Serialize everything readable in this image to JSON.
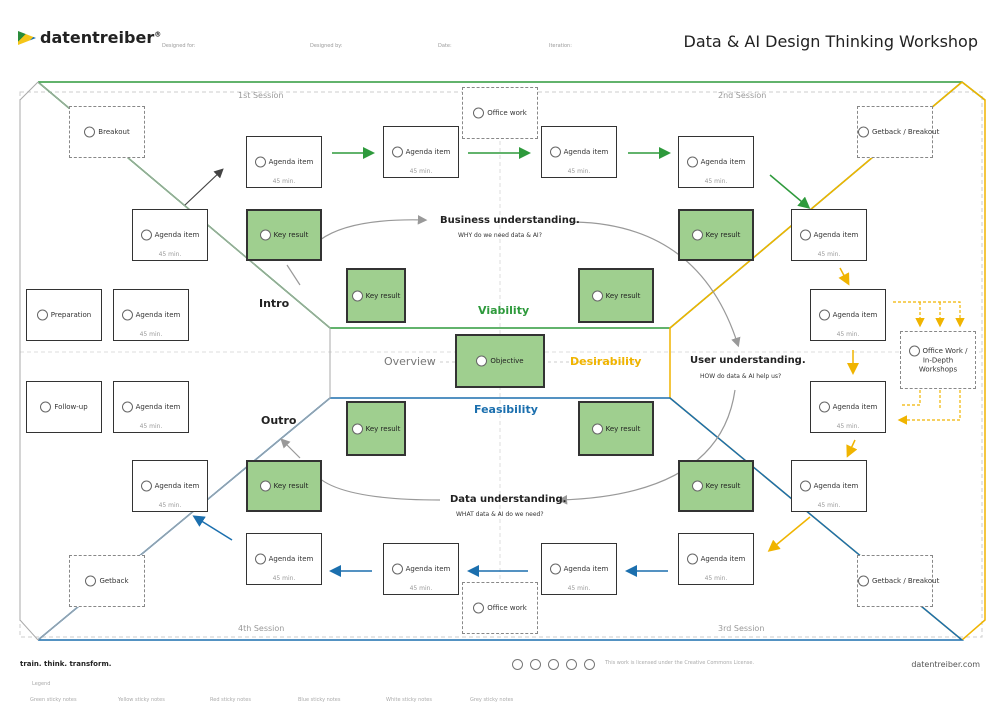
{
  "header": {
    "logo": "datentreiber",
    "logo_reg": "®",
    "title": "Data & AI Design Thinking Workshop",
    "fields": [
      "Designed for:",
      "Designed by:",
      "Date:",
      "Iteration:"
    ]
  },
  "sessions": [
    "1st Session",
    "2nd Session",
    "3rd Session",
    "4th Session"
  ],
  "center": {
    "objective": "Objective",
    "viability": "Viability",
    "desirability": "Desirability",
    "feasibility": "Feasibility",
    "overview": "Overview",
    "intro": "Intro",
    "outro": "Outro",
    "business_title": "Business understanding.",
    "business_sub": "WHY do we need data & AI?",
    "user_title": "User understanding.",
    "user_sub": "HOW do data & AI help us?",
    "data_title": "Data understanding.",
    "data_sub": "WHAT data & AI do we need?"
  },
  "boxes": {
    "breakout": "Breakout",
    "office_work": "Office work",
    "getback_breakout": "Getback / Breakout",
    "getback": "Getback",
    "preparation": "Preparation",
    "follow_up": "Follow-up",
    "agenda_item": "Agenda item",
    "key_result": "Key result",
    "minutes": "45 min.",
    "office_indepth_1": "Office Work /",
    "office_indepth_2": "In-Depth",
    "office_indepth_3": "Workshops"
  },
  "footer": {
    "tagline": "train. think. transform.",
    "website": "datentreiber.com",
    "license": "This work is licensed under the Creative Commons License.",
    "legend_label": "Legend",
    "legend_items": [
      "Green sticky notes",
      "Yellow sticky notes",
      "Red sticky notes",
      "Blue sticky notes",
      "White sticky notes",
      "Grey sticky notes"
    ]
  },
  "colors": {
    "green": "#2e9a3c",
    "yellow": "#f0b400",
    "blue": "#1b6fae",
    "key_result_fill": "#9fcf8f",
    "grey": "#999999"
  }
}
